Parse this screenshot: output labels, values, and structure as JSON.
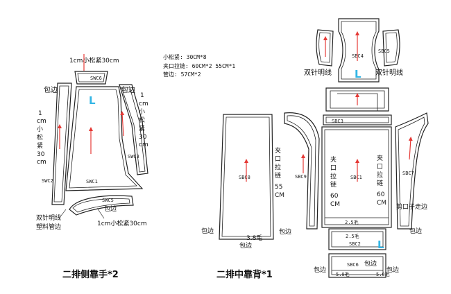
{
  "colors": {
    "outline": "#222222",
    "grain_arrow": "#e53935",
    "size_mark": "#33b5e5"
  },
  "left_group": {
    "title": "二排侧靠手*2",
    "top_note": "1cm小松紧30cm",
    "pieces": [
      "SWC6",
      "SWC1",
      "SWC2",
      "SWC3",
      "SWC5"
    ],
    "size": "L",
    "left_note_top": "包边",
    "left_note_mid": [
      "1",
      "cm",
      "小",
      "松",
      "紧",
      "30",
      "cm"
    ],
    "right_note_top": "包边",
    "right_note_mid": [
      "1",
      "cm",
      "小",
      "松",
      "紧",
      "30",
      "cm"
    ],
    "bottom_left_note": [
      "双针明线",
      "塑料管边"
    ],
    "bottom_note": "1cm小松紧30cm",
    "bottom_binding": "包边"
  },
  "notes": {
    "line1": "小松紧: 30CM*8",
    "line2": "夹口拉链: 60CM*2  55CM*1",
    "line3": "管边: 57CM*2"
  },
  "right_group": {
    "title": "二排中靠背*1",
    "pieces": [
      "SBC4",
      "SBC5",
      "SBC3",
      "SBC8",
      "SBC9",
      "SBC1",
      "SBC7",
      "SBC2",
      "SBC6"
    ],
    "size_marks": [
      "L",
      "L"
    ],
    "double_stitch_left": "双针明线",
    "double_stitch_right": "双针明线",
    "zipper_left": [
      "夹",
      "口",
      "拉",
      "链",
      "55",
      "CM"
    ],
    "zipper_mid": [
      "夹",
      "口",
      "拉",
      "链",
      "60",
      "CM"
    ],
    "zipper_right": [
      "夹",
      "口",
      "拉",
      "链",
      "60",
      "CM"
    ],
    "binding": "包边",
    "edge_stitch": "剪口子走边",
    "dim_25a": "2.5毛",
    "dim_25b": "2.5毛",
    "dim_38": "3.8毛",
    "dim_50a": "5.0毛",
    "dim_50b": "5.0毛"
  }
}
